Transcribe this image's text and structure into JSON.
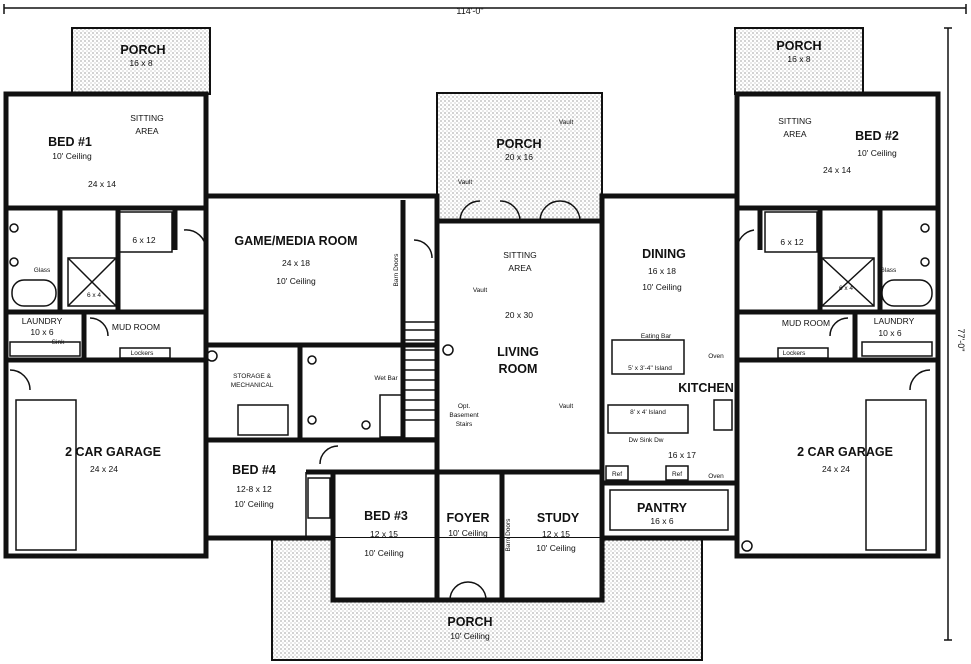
{
  "dimensions": {
    "overall_width": "114'-0\"",
    "overall_depth": "77'-0\""
  },
  "rooms": {
    "porch_left": {
      "name": "PORCH",
      "size": "16 x 8"
    },
    "porch_right": {
      "name": "PORCH",
      "size": "16 x 8"
    },
    "porch_center": {
      "name": "PORCH",
      "size": "20 x 16"
    },
    "porch_front": {
      "name": "PORCH",
      "ceiling": "10' Ceiling"
    },
    "sitting_left": {
      "name": "SITTING",
      "name2": "AREA"
    },
    "sitting_right": {
      "name": "SITTING",
      "name2": "AREA"
    },
    "bed1": {
      "name": "BED #1",
      "ceiling": "10' Ceiling",
      "size": "24 x 14"
    },
    "bed2": {
      "name": "BED #2",
      "ceiling": "10' Ceiling",
      "size": "24 x 14"
    },
    "bed3": {
      "name": "BED #3",
      "size": "12 x 15",
      "ceiling": "10' Ceiling"
    },
    "bed4": {
      "name": "BED #4",
      "size": "12-8 x 12",
      "ceiling": "10' Ceiling"
    },
    "game": {
      "name": "GAME/MEDIA ROOM",
      "size": "24 x 18",
      "ceiling": "10' Ceiling"
    },
    "living": {
      "name": "SITTING",
      "name2": "AREA",
      "size": "20 x 30",
      "name3": "LIVING",
      "name4": "ROOM"
    },
    "dining": {
      "name": "DINING",
      "size": "16 x 18",
      "ceiling": "10' Ceiling"
    },
    "kitchen": {
      "name": "KITCHEN",
      "size": "16 x 17"
    },
    "pantry": {
      "name": "PANTRY",
      "size": "16 x 6"
    },
    "foyer": {
      "name": "FOYER",
      "ceiling": "10' Ceiling"
    },
    "study": {
      "name": "STUDY",
      "size": "12 x 15",
      "ceiling": "10' Ceiling"
    },
    "garage_left": {
      "name": "2 CAR GARAGE",
      "size": "24 x 24"
    },
    "garage_right": {
      "name": "2 CAR GARAGE",
      "size": "24 x 24"
    },
    "laundry_left": {
      "name": "LAUNDRY",
      "size": "10 x 6"
    },
    "laundry_right": {
      "name": "LAUNDRY",
      "size": "10 x 6"
    },
    "mud_left": {
      "name": "MUD ROOM"
    },
    "mud_right": {
      "name": "MUD ROOM"
    },
    "storage": {
      "name": "STORAGE &",
      "name2": "MECHANICAL"
    },
    "closet_left": {
      "size": "6 x 12"
    },
    "closet_right": {
      "size": "6 x 12"
    },
    "shower_left": {
      "size": "6 x 4"
    },
    "shower_right": {
      "size": "6 x 4"
    }
  },
  "notes": {
    "vault": "Vault",
    "barn_doors": "Barn Doors",
    "glass": "Glass",
    "lockers": "Lockers",
    "sink": "Sink",
    "wet_bar": "Wet Bar",
    "opt_basement": "Opt.",
    "opt_basement2": "Basement",
    "opt_basement3": "Stairs",
    "eating_bar": "Eating Bar",
    "island_left": "5' x 3'-4\" Island",
    "island_main": "8' x 4' Island",
    "dw_sink": "Dw  Sink  Dw",
    "ref": "Ref",
    "oven": "Oven"
  }
}
